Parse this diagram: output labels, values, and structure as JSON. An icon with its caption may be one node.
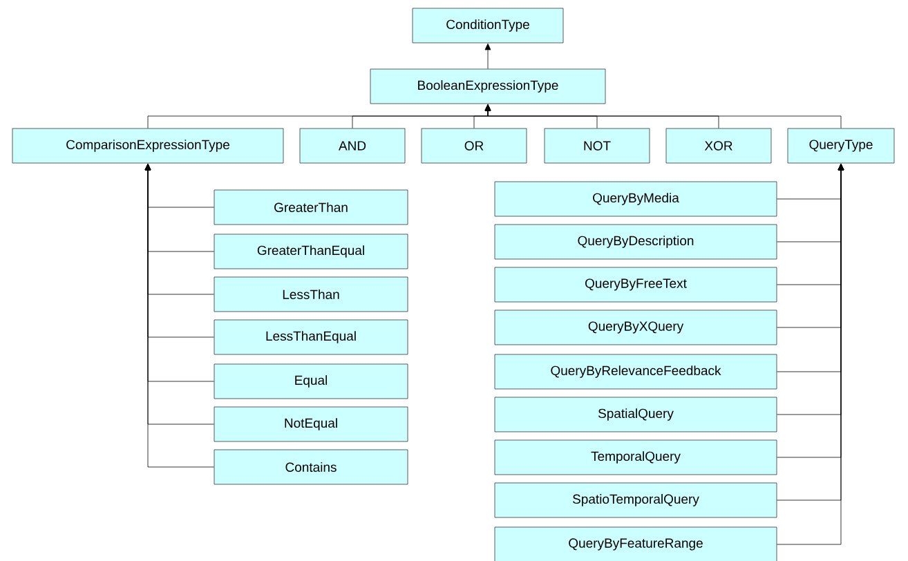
{
  "diagram": {
    "nodes": [
      {
        "text": [
          "ConditionType"
        ]
      },
      {
        "text": [
          "BooleanExpressionType"
        ]
      },
      {
        "text": [
          "ComparisonExpressionType"
        ]
      },
      {
        "text": [
          "AND"
        ]
      },
      {
        "text": [
          "OR"
        ]
      },
      {
        "text": [
          "NOT"
        ]
      },
      {
        "text": [
          "XOR"
        ]
      },
      {
        "text": [
          "QueryType"
        ]
      },
      {
        "text": [
          "GreaterThan"
        ]
      },
      {
        "text": [
          "GreaterThanEqual"
        ]
      },
      {
        "text": [
          "LessThan"
        ]
      },
      {
        "text": [
          "LessThanEqual"
        ]
      },
      {
        "text": [
          "Equal"
        ]
      },
      {
        "text": [
          "NotEqual"
        ]
      },
      {
        "text": [
          "Contains"
        ]
      },
      {
        "text": [
          "QueryByMedia"
        ]
      },
      {
        "text": [
          "QueryByDescription"
        ]
      },
      {
        "text": [
          "QueryByFreeText"
        ]
      },
      {
        "text": [
          "QueryByXQuery"
        ]
      },
      {
        "text": [
          "QueryByRelevanceFeedback"
        ]
      },
      {
        "text": [
          "SpatialQuery"
        ]
      },
      {
        "text": [
          "TemporalQuery"
        ]
      },
      {
        "text": [
          "SpatioTemporalQuery"
        ]
      },
      {
        "text": [
          "QueryByFeatureRange"
        ]
      }
    ],
    "edges": [
      {
        "from": 1,
        "to": 0,
        "arrow": "to"
      },
      {
        "from": 2,
        "to": 1,
        "arrow": "to"
      },
      {
        "from": 3,
        "to": 1,
        "arrow": "to"
      },
      {
        "from": 4,
        "to": 1,
        "arrow": "to"
      },
      {
        "from": 5,
        "to": 1,
        "arrow": "to"
      },
      {
        "from": 6,
        "to": 1,
        "arrow": "to"
      },
      {
        "from": 7,
        "to": 1,
        "arrow": "to"
      },
      {
        "from": 8,
        "to": 2,
        "arrow": "to"
      },
      {
        "from": 9,
        "to": 2,
        "arrow": "to"
      },
      {
        "from": 10,
        "to": 2,
        "arrow": "to"
      },
      {
        "from": 11,
        "to": 2,
        "arrow": "to"
      },
      {
        "from": 12,
        "to": 2,
        "arrow": "to"
      },
      {
        "from": 13,
        "to": 2,
        "arrow": "to"
      },
      {
        "from": 14,
        "to": 2,
        "arrow": "to"
      },
      {
        "from": 15,
        "to": 7,
        "arrow": "to"
      },
      {
        "from": 16,
        "to": 7,
        "arrow": "to"
      },
      {
        "from": 17,
        "to": 7,
        "arrow": "to"
      },
      {
        "from": 18,
        "to": 7,
        "arrow": "to"
      },
      {
        "from": 19,
        "to": 7,
        "arrow": "to"
      },
      {
        "from": 20,
        "to": 7,
        "arrow": "to"
      },
      {
        "from": 21,
        "to": 7,
        "arrow": "to"
      },
      {
        "from": 22,
        "to": 7,
        "arrow": "to"
      },
      {
        "from": 23,
        "to": 7,
        "arrow": "to"
      }
    ]
  }
}
